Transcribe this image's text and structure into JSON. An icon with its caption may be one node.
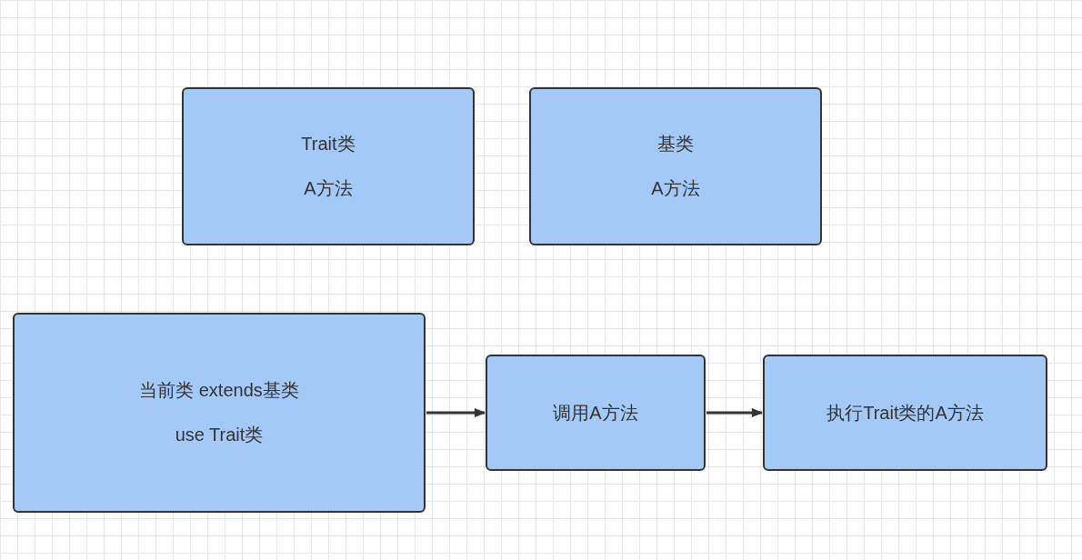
{
  "diagram": {
    "nodes": [
      {
        "text": [
          "Trait类",
          "A方法"
        ]
      },
      {
        "text": [
          "基类",
          "A方法"
        ]
      },
      {
        "text": [
          "当前类 extends基类",
          "use Trait类"
        ]
      },
      {
        "text": [
          "调用A方法"
        ]
      },
      {
        "text": [
          "执行Trait类的A方法"
        ]
      }
    ],
    "edges": [
      {
        "from": 2,
        "to": 3,
        "arrow": "to"
      },
      {
        "from": 3,
        "to": 4,
        "arrow": "to"
      }
    ]
  }
}
